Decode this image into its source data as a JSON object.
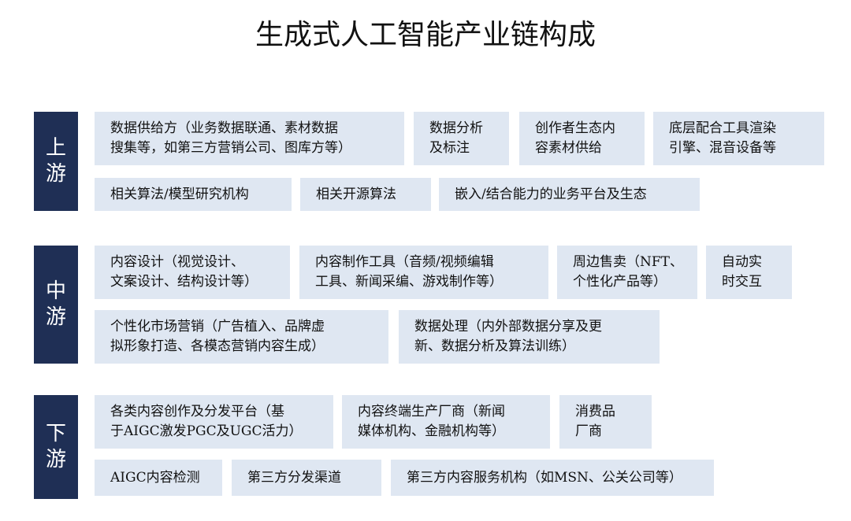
{
  "title": "生成式人工智能产业链构成",
  "sections": {
    "upstream": {
      "label": "上游",
      "items": [
        "数据供给方（业务数据联通、素材数据\n搜集等，如第三方营销公司、图库方等）",
        "数据分析\n及标注",
        "创作者生态内\n容素材供给",
        "底层配合工具渲染\n引擎、混音设备等",
        "相关算法/模型研究机构",
        "相关开源算法",
        "嵌入/结合能力的业务平台及生态"
      ]
    },
    "midstream": {
      "label": "中游",
      "items": [
        "内容设计（视觉设计、\n文案设计、结构设计等）",
        "内容制作工具（音频/视频编辑\n工具、新闻采编、游戏制作等）",
        "周边售卖（NFT、\n个性化产品等）",
        "自动实\n时交互",
        "个性化市场营销（广告植入、品牌虚\n拟形象打造、各模态营销内容生成）",
        "数据处理（内外部数据分享及更\n新、数据分析及算法训练）"
      ]
    },
    "downstream": {
      "label": "下游",
      "items": [
        "各类内容创作及分发平台（基\n于AIGC激发PGC及UGC活力）",
        "内容终端生产厂商（新闻\n媒体机构、金融机构等）",
        "消费品\n厂商",
        "AIGC内容检测",
        "第三方分发渠道",
        "第三方内容服务机构（如MSN、公关公司等）"
      ]
    }
  },
  "colors": {
    "label_bg": "#1f2f55",
    "box_bg": "#dfe7f2"
  }
}
